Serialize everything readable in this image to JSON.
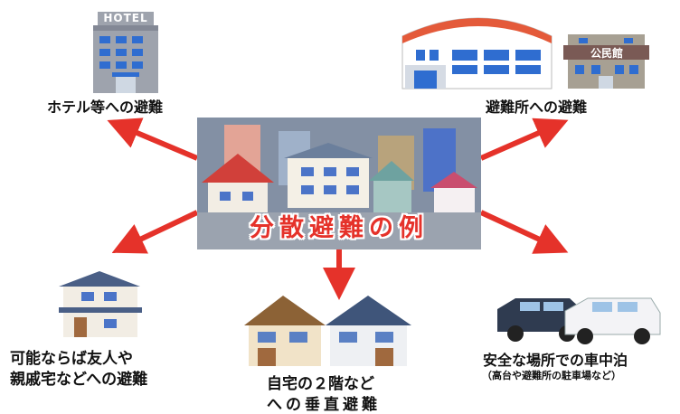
{
  "center": {
    "title": "分散避難の例"
  },
  "hotel": {
    "sign": "HOTEL",
    "label": "ホテル等への避難"
  },
  "shelter": {
    "sign": "公民館",
    "label": "避難所への避難"
  },
  "friends": {
    "label_line1": "可能ならば友人や",
    "label_line2": "親戚宅などへの避難"
  },
  "home": {
    "label_line1": "自宅の２階など",
    "label_line2": "への垂直避難"
  },
  "car": {
    "label": "安全な場所での車中泊",
    "sublabel": "（高台や避難所の駐車場など）"
  },
  "colors": {
    "arrow": "#e5322a",
    "title": "#e5322a"
  }
}
